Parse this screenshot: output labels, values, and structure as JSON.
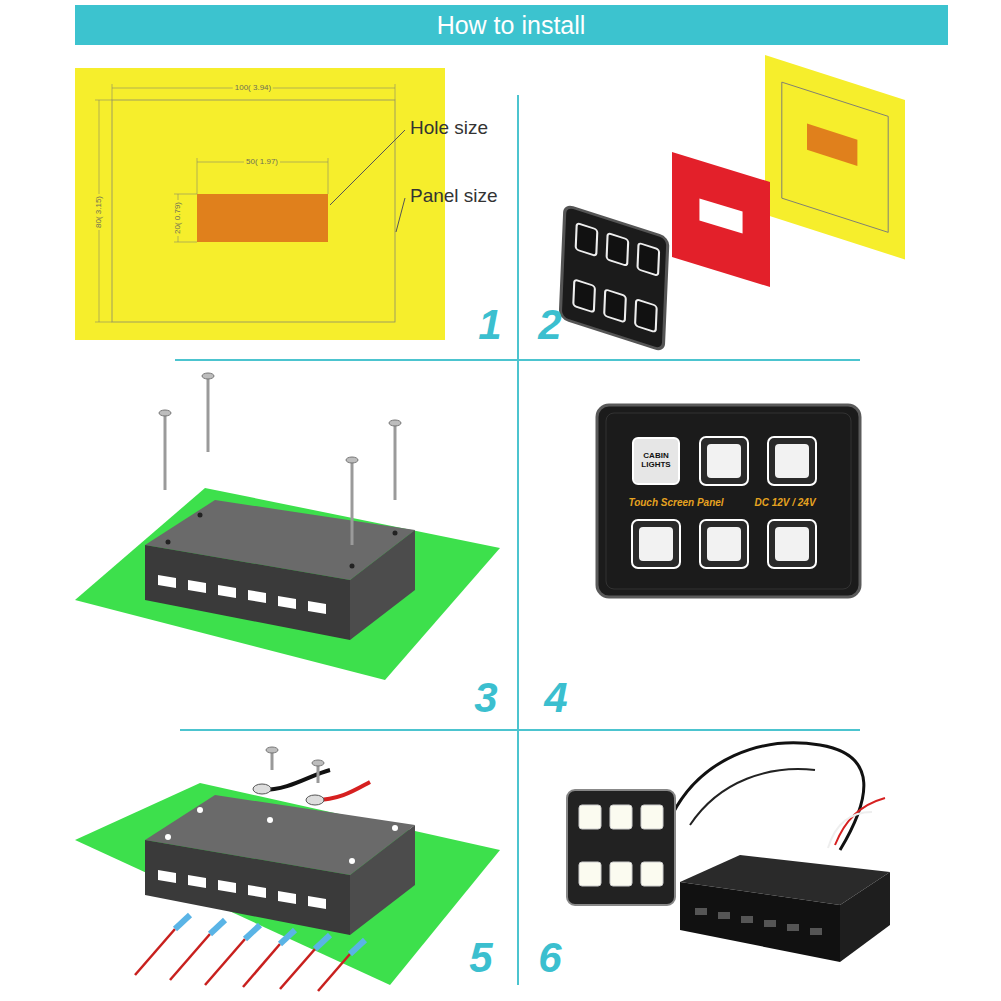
{
  "diagram": {
    "title": "How to install",
    "nodes": [
      {
        "text": [
          "CABIN LIGHTS"
        ]
      }
    ],
    "labels": [
      "100( 3.94)",
      "50( 1.97)",
      "80( 3.15)",
      "20( 0.79)",
      "Hole size",
      "Panel size",
      "1",
      "2",
      "3",
      "4",
      "Touch Screen Panel",
      "DC 12V / 24V",
      "5",
      "6"
    ]
  }
}
